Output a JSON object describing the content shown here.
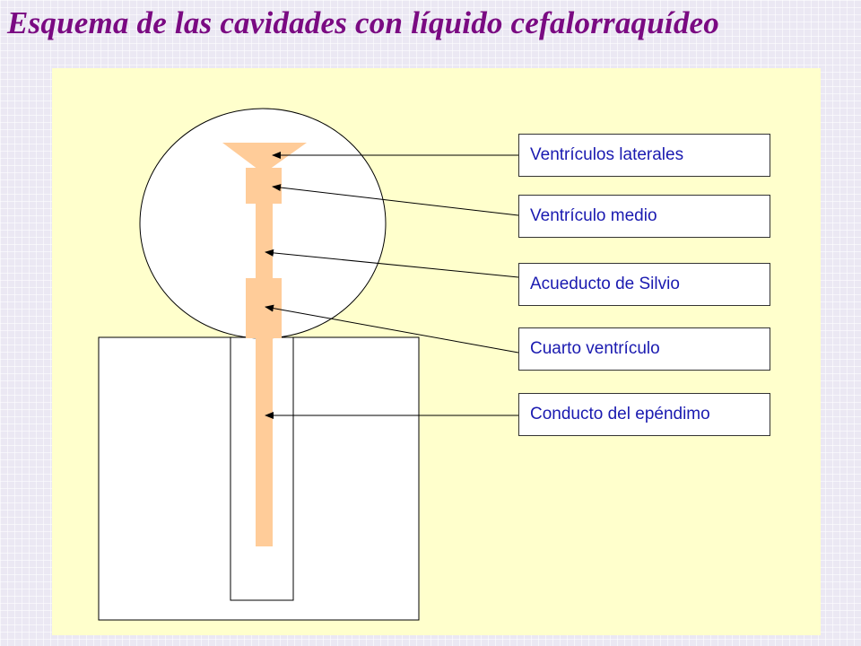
{
  "title": "Esquema de las cavidades con líquido cefalorraquídeo",
  "colors": {
    "title": "#7a0a82",
    "panel_background": "#ffffcc",
    "cavity_fill": "#ffcc99",
    "label_text": "#1a1ab0"
  },
  "labels": [
    "Ventrículos laterales",
    "Ventrículo medio",
    "Acueducto de Silvio",
    "Cuarto ventrículo",
    "Conducto del epéndimo"
  ]
}
